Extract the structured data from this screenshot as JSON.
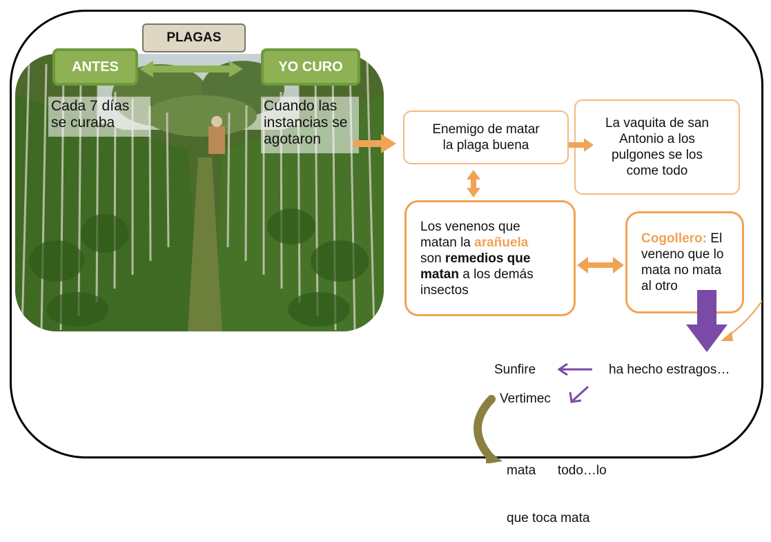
{
  "diagram": {
    "plagas_label": "PLAGAS",
    "antes_label": "ANTES",
    "yocuro_label": "YO CURO",
    "antes_caption_1": "Cada 7 días",
    "antes_caption_2": "se curaba",
    "yocuro_caption_1": "Cuando las",
    "yocuro_caption_2": "instancias se",
    "yocuro_caption_3": "agotaron",
    "enemigo_1": "Enemigo de matar",
    "enemigo_2": "la plaga buena",
    "vaquita_1": "La vaquita de san",
    "vaquita_2": "Antonio a los",
    "vaquita_3": "pulgones se los",
    "vaquita_4": "come todo",
    "venenos_1": "Los venenos que",
    "venenos_2a": "matan la ",
    "venenos_2b": "arañuela",
    "venenos_3a": "son ",
    "venenos_3b": "remedios que",
    "venenos_4a": "matan",
    "venenos_4b": " a los demás",
    "venenos_5": "insectos",
    "cogollero_bold": "Cogollero:",
    "cogollero_1": " El",
    "cogollero_2": "veneno que lo",
    "cogollero_3": "mata no mata",
    "cogollero_4": "al otro",
    "sunfire": "Sunfire",
    "estragos": "ha hecho estragos…",
    "vertimec": "Vertimec",
    "mata_1": "mata      todo…lo",
    "mata_2": "que toca mata"
  },
  "colors": {
    "green": "#8db153",
    "orange": "#f0a355",
    "purple": "#7a4aa8",
    "olive": "#8a8040"
  }
}
